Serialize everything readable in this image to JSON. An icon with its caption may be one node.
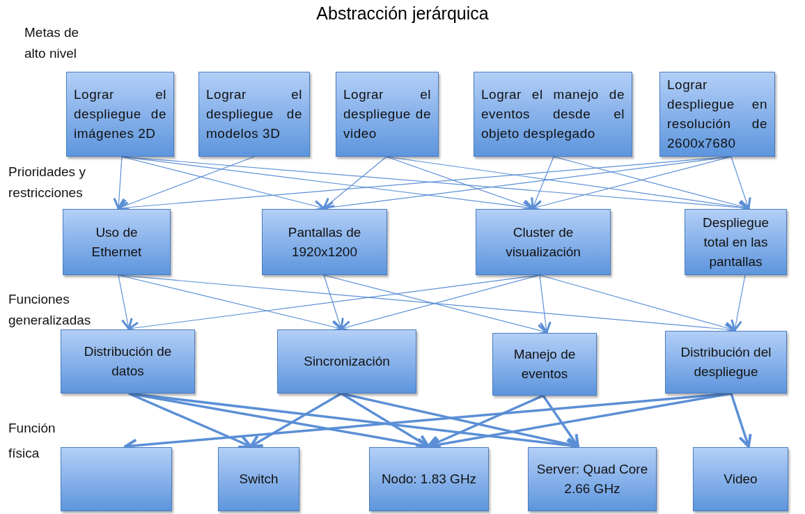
{
  "diagram": {
    "title": "Abstracción jerárquica",
    "nodes": [
      {
        "text": [
          "Lograr el despliegue de imágenes 2D"
        ]
      },
      {
        "text": [
          "Lograr el despliegue de modelos 3D"
        ]
      },
      {
        "text": [
          "Lograr el despliegue de video"
        ]
      },
      {
        "text": [
          "Lograr el manejo de eventos desde el objeto desplegado"
        ]
      },
      {
        "text": [
          "Lograr despliegue en resolución de 2600x7680"
        ]
      },
      {
        "text": [
          "Uso de Ethernet"
        ]
      },
      {
        "text": [
          "Pantallas de 1920x1200"
        ]
      },
      {
        "text": [
          "Cluster de visualización"
        ]
      },
      {
        "text": [
          "Despliegue total en las pantallas"
        ]
      },
      {
        "text": [
          "Distribución de datos"
        ]
      },
      {
        "text": [
          "Sincronización"
        ]
      },
      {
        "text": [
          "Manejo de eventos"
        ]
      },
      {
        "text": [
          "Distribución del despliegue"
        ]
      },
      {
        "text": [],
        "shape": "box"
      },
      {
        "text": [
          "Switch"
        ]
      },
      {
        "text": [
          "Nodo: 1.83 GHz"
        ]
      },
      {
        "text": [
          "Server: Quad Core 2.66 GHz"
        ]
      },
      {
        "text": [
          "Video"
        ]
      }
    ],
    "edges": [
      {
        "from": 0,
        "to": 5,
        "arrow": "to"
      },
      {
        "from": 0,
        "to": 6,
        "arrow": "to"
      },
      {
        "from": 0,
        "to": 7,
        "arrow": "to"
      },
      {
        "from": 0,
        "to": 8,
        "arrow": "to"
      },
      {
        "from": 1,
        "to": 5,
        "arrow": "to"
      },
      {
        "from": 2,
        "to": 6,
        "arrow": "to"
      },
      {
        "from": 2,
        "to": 7,
        "arrow": "to"
      },
      {
        "from": 2,
        "to": 8,
        "arrow": "to"
      },
      {
        "from": 3,
        "to": 7,
        "arrow": "to"
      },
      {
        "from": 3,
        "to": 8,
        "arrow": "to"
      },
      {
        "from": 4,
        "to": 5,
        "arrow": "to"
      },
      {
        "from": 4,
        "to": 6,
        "arrow": "to"
      },
      {
        "from": 4,
        "to": 7,
        "arrow": "to"
      },
      {
        "from": 4,
        "to": 8,
        "arrow": "to"
      },
      {
        "from": 5,
        "to": 9,
        "arrow": "to"
      },
      {
        "from": 5,
        "to": 10,
        "arrow": "to"
      },
      {
        "from": 5,
        "to": 12,
        "arrow": "to"
      },
      {
        "from": 6,
        "to": 10,
        "arrow": "to"
      },
      {
        "from": 6,
        "to": 11,
        "arrow": "to"
      },
      {
        "from": 7,
        "to": 9,
        "arrow": "to"
      },
      {
        "from": 7,
        "to": 10,
        "arrow": "to"
      },
      {
        "from": 7,
        "to": 11,
        "arrow": "to"
      },
      {
        "from": 7,
        "to": 12,
        "arrow": "to"
      },
      {
        "from": 8,
        "to": 12,
        "arrow": "to"
      },
      {
        "from": 9,
        "to": 14,
        "arrow": "to",
        "style": "thick"
      },
      {
        "from": 9,
        "to": 15,
        "arrow": "to",
        "style": "thick"
      },
      {
        "from": 9,
        "to": 16,
        "arrow": "to",
        "style": "thick"
      },
      {
        "from": 10,
        "to": 14,
        "arrow": "to",
        "style": "thick"
      },
      {
        "from": 10,
        "to": 15,
        "arrow": "to",
        "style": "thick"
      },
      {
        "from": 10,
        "to": 16,
        "arrow": "to",
        "style": "thick"
      },
      {
        "from": 11,
        "to": 15,
        "arrow": "to",
        "style": "thick"
      },
      {
        "from": 11,
        "to": 16,
        "arrow": "to",
        "style": "thick"
      },
      {
        "from": 12,
        "to": 13,
        "arrow": "to",
        "style": "thick"
      },
      {
        "from": 12,
        "to": 15,
        "arrow": "to",
        "style": "thick"
      },
      {
        "from": 12,
        "to": 17,
        "arrow": "to",
        "style": "thick"
      }
    ],
    "labels": [
      "Metas de alto nivel",
      "Prioridades y restricciones",
      "Funciones generalizadas",
      "Función",
      "física"
    ]
  }
}
